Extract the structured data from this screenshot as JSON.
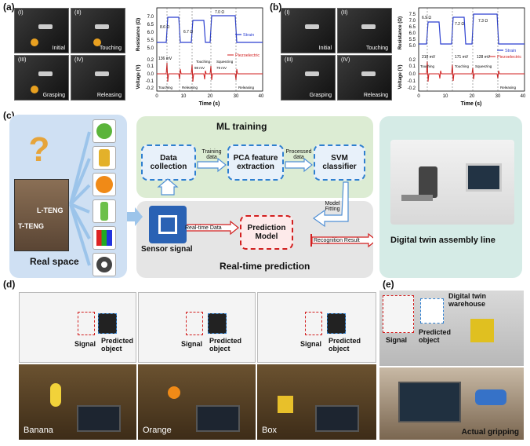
{
  "panels": {
    "a": "(a)",
    "b": "(b)",
    "c": "(c)",
    "d": "(d)",
    "e": "(e)"
  },
  "panel_a": {
    "photos": [
      {
        "num": "(I)",
        "cap": "Initial"
      },
      {
        "num": "(II)",
        "cap": "Touching"
      },
      {
        "num": "(III)",
        "cap": "Grasping"
      },
      {
        "num": "(IV)",
        "cap": "Releasing"
      }
    ],
    "chart": {
      "ylabel_top": "Resistance (Ω)",
      "ylabel_bottom": "Voltage (V)",
      "xlabel": "Time (s)",
      "legend": [
        "Strain",
        "Piezoelectric"
      ],
      "annotations": [
        "8.6 Ω",
        "6.7 Ω",
        "7.0 Ω",
        "136 mV",
        "98 mV",
        "79 mV",
        "Touching",
        "Squeezing",
        "Touching",
        "Releasing",
        "Releasing"
      ],
      "top_ticks": [
        "7.0",
        "6.5",
        "6.0",
        "5.5",
        "5.0"
      ],
      "bottom_ticks": [
        "0.2",
        "0.1",
        "0.0",
        "-0.1",
        "-0.2"
      ],
      "x_ticks": [
        "0",
        "10",
        "20",
        "30",
        "40"
      ]
    }
  },
  "panel_b": {
    "photos": [
      {
        "num": "(I)",
        "cap": "Initial"
      },
      {
        "num": "(II)",
        "cap": "Touching"
      },
      {
        "num": "(III)",
        "cap": "Grasping"
      },
      {
        "num": "(IV)",
        "cap": "Releasing"
      }
    ],
    "chart": {
      "ylabel_top": "Resistance (Ω)",
      "ylabel_bottom": "Voltage (V)",
      "xlabel": "Time (s)",
      "legend": [
        "Strain",
        "Piezoelectric"
      ],
      "annotations": [
        "6.9 Ω",
        "7.2 Ω",
        "7.3 Ω",
        "210 mV",
        "171 mV",
        "128 mV",
        "Touching",
        "Touching",
        "Squeezing",
        "Releasing"
      ],
      "top_ticks": [
        "7.5",
        "7.0",
        "6.5",
        "6.0",
        "5.5",
        "5.0"
      ],
      "bottom_ticks": [
        "0.2",
        "0.1",
        "0.0",
        "-0.1",
        "-0.2"
      ],
      "x_ticks": [
        "0",
        "10",
        "20",
        "30",
        "40"
      ]
    }
  },
  "panel_c": {
    "ml_training": "ML training",
    "data_collection": "Data collection",
    "training_data": "Training data",
    "pca": "PCA feature extraction",
    "processed_data": "Processed data",
    "svm": "SVM classifier",
    "model_fitting": "Model Fitting",
    "prediction_model": "Prediction Model",
    "sensor_signal": "Sensor signal",
    "realtime_data": "Real-time Data",
    "recognition_result": "Recognition Result",
    "realtime_prediction": "Real-time prediction",
    "real_space": "Real space",
    "l_teng": "L-TENG",
    "t_teng": "T-TENG",
    "digital_twin": "Digital twin assembly line",
    "objects": [
      "apple",
      "can",
      "orange",
      "bottle",
      "rubiks-cube",
      "tape"
    ]
  },
  "panel_d": {
    "screens": [
      {
        "signal": "Signal",
        "predicted": "Predicted object"
      },
      {
        "signal": "Signal",
        "predicted": "Predicted object"
      },
      {
        "signal": "Signal",
        "predicted": "Predicted object"
      }
    ],
    "scenes": [
      "Banana",
      "Orange",
      "Box"
    ]
  },
  "panel_e": {
    "title": "Digital twin warehouse",
    "signal": "Signal",
    "predicted": "Predicted object",
    "actual": "Actual gripping"
  },
  "colors": {
    "strain": "#2b3fd0",
    "piezo": "#d21f1f",
    "blue_region": "#cfe0f3",
    "green_region": "#dcecd3",
    "gray_region": "#e5e5e5",
    "teal_region": "#d5ebe6"
  }
}
